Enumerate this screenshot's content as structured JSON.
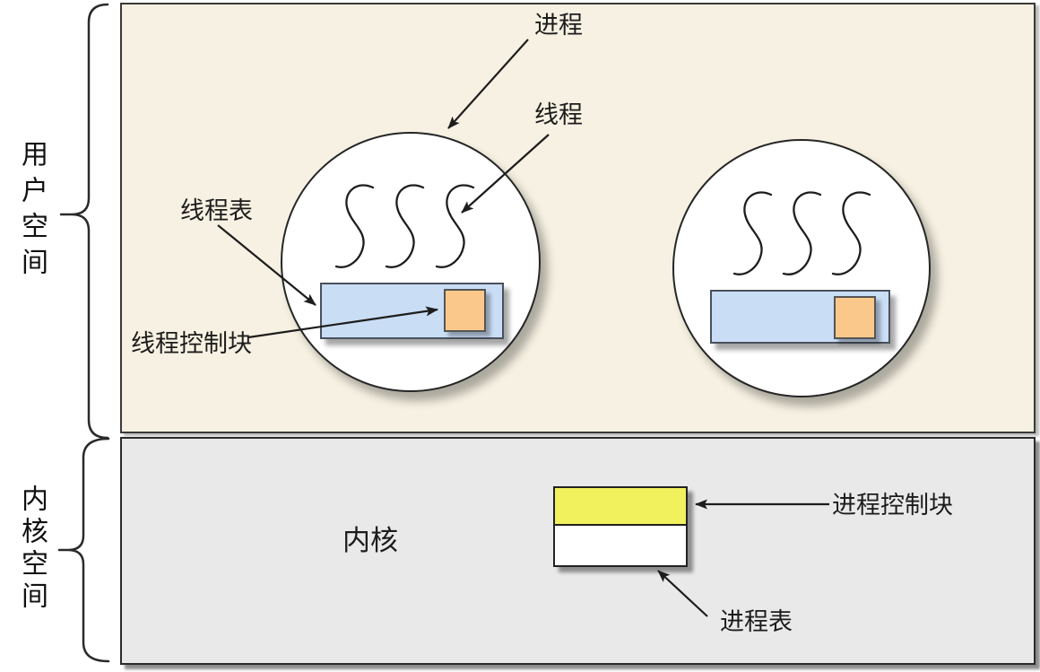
{
  "diagram": {
    "regions": {
      "user_space": {
        "label": "用户空间",
        "bg": "#f6f1e2"
      },
      "kernel_space": {
        "label": "内核空间",
        "bg": "#e9e9e9",
        "kernel_label": "内核"
      }
    },
    "annotations": {
      "process": "进程",
      "thread": "线程",
      "thread_table": "线程表",
      "thread_control_block": "线程控制块",
      "process_control_block": "进程控制块",
      "process_table": "进程表"
    },
    "colors": {
      "thread_table_fill": "#c9ddf5",
      "thread_control_block_fill": "#fac88b",
      "process_control_block_fill": "#f1f15e",
      "process_table_fill": "#ffffff"
    },
    "counts": {
      "processes": 2,
      "threads_per_process": 3
    }
  }
}
